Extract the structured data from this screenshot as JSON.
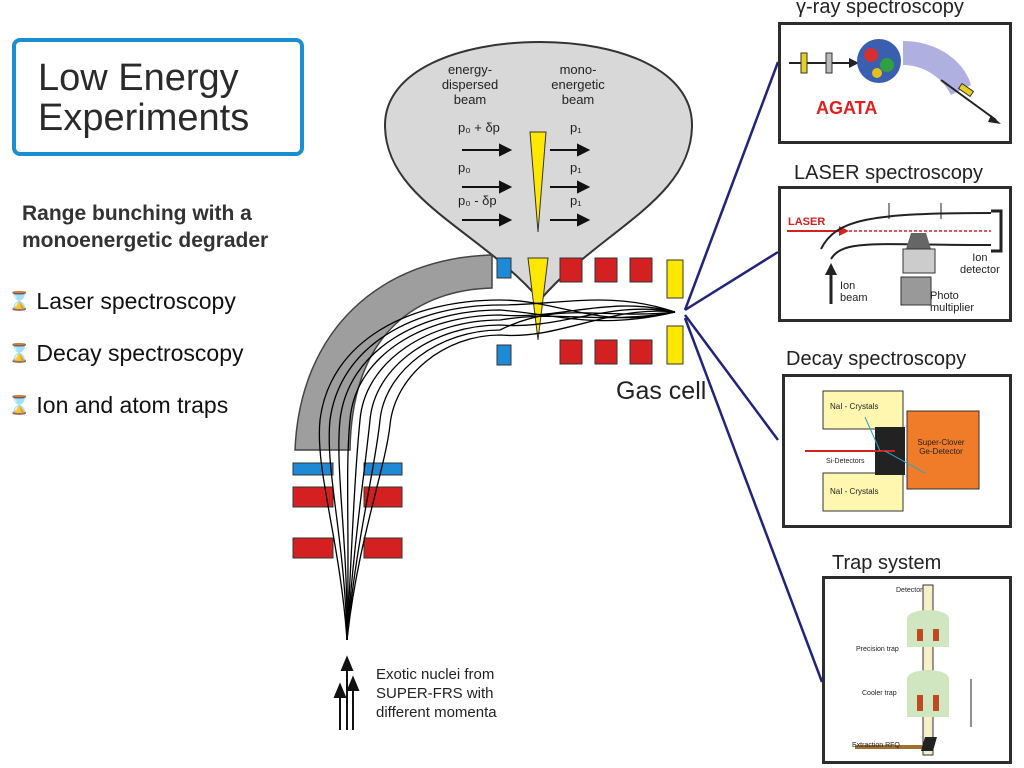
{
  "title": {
    "line1": "Low Energy",
    "line2": "Experiments"
  },
  "subtitle": {
    "line1": "Range bunching with a",
    "line2": "monoenergetic degrader"
  },
  "bullets": [
    {
      "icon": "hourglass-icon",
      "label": "Laser spectroscopy"
    },
    {
      "icon": "hourglass-icon",
      "label": "Decay spectroscopy"
    },
    {
      "icon": "hourglass-icon",
      "label": "Ion and atom traps"
    }
  ],
  "bubble": {
    "left_head": [
      "energy-",
      "dispersed",
      "beam"
    ],
    "right_head": [
      "mono-",
      "energetic",
      "beam"
    ],
    "rows": [
      {
        "left": "p₀ + δp",
        "right": "p₁"
      },
      {
        "left": "p₀",
        "right": "p₁"
      },
      {
        "left": "p₀ - δp",
        "right": "p₁"
      }
    ]
  },
  "gas_cell_label": "Gas cell",
  "exotic_label": [
    "Exotic nuclei from",
    "SUPER-FRS  with",
    "different momenta"
  ],
  "panels": {
    "gamma": {
      "title": "γ-ray  spectroscopy",
      "agata": "AGATA"
    },
    "laser": {
      "title": "LASER spectroscopy",
      "laser_label": "LASER",
      "ion_beam": [
        "Ion",
        "beam"
      ],
      "ion_detector": [
        "Ion",
        "detector"
      ],
      "photo": [
        "Photo",
        "multiplier"
      ]
    },
    "decay": {
      "title": "Decay  spectroscopy",
      "nai_top": "NaI - Crystals",
      "nai_bottom": "NaI - Crystals",
      "si": "Si-Detectors",
      "clover": [
        "Super-Clover",
        "Ge-Detector"
      ]
    },
    "trap": {
      "title": "Trap system",
      "detector": "Detector",
      "precision": "Precision trap",
      "cooler": "Cooler trap",
      "rfq": "Extraction RFQ"
    }
  },
  "colors": {
    "title_border": "#1a8fd0",
    "bracket_blue": "#1e8ad6",
    "bracket_red": "#d42020",
    "degrader_yellow": "#ffe800",
    "connector": "#22237a",
    "agata_red": "#e02020",
    "clover_orange": "#f07c2a",
    "crystal_yellow": "#fff6b0"
  }
}
